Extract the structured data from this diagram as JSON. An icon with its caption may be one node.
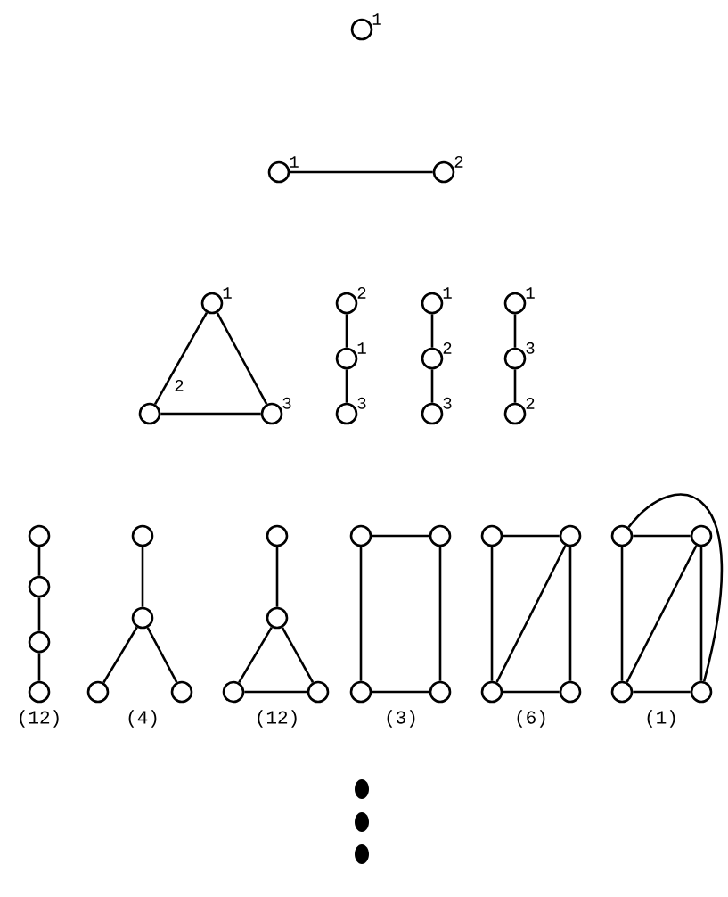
{
  "diagram": {
    "nodes": [
      {
        "text": [],
        "shape": "circle",
        "beside": [
          "1"
        ]
      },
      {
        "text": [],
        "shape": "circle",
        "beside": [
          "1"
        ]
      },
      {
        "text": [],
        "shape": "circle",
        "beside": [
          "2"
        ]
      },
      {
        "text": [],
        "shape": "circle",
        "beside": [
          "1"
        ]
      },
      {
        "text": [],
        "shape": "circle",
        "beside": [
          "2"
        ]
      },
      {
        "text": [],
        "shape": "circle",
        "beside": [
          "3"
        ]
      },
      {
        "text": [],
        "shape": "circle",
        "beside": [
          "2"
        ]
      },
      {
        "text": [],
        "shape": "circle",
        "beside": [
          "1"
        ]
      },
      {
        "text": [],
        "shape": "circle",
        "beside": [
          "3"
        ]
      },
      {
        "text": [],
        "shape": "circle",
        "beside": [
          "1"
        ]
      },
      {
        "text": [],
        "shape": "circle",
        "beside": [
          "2"
        ]
      },
      {
        "text": [],
        "shape": "circle",
        "beside": [
          "3"
        ]
      },
      {
        "text": [],
        "shape": "circle",
        "beside": [
          "1"
        ]
      },
      {
        "text": [],
        "shape": "circle",
        "beside": [
          "3"
        ]
      },
      {
        "text": [],
        "shape": "circle",
        "beside": [
          "2"
        ]
      },
      {
        "text": [],
        "shape": "circle"
      },
      {
        "text": [],
        "shape": "circle"
      },
      {
        "text": [],
        "shape": "circle"
      },
      {
        "text": [],
        "shape": "circle"
      },
      {
        "text": [],
        "shape": "circle"
      },
      {
        "text": [],
        "shape": "circle"
      },
      {
        "text": [],
        "shape": "circle"
      },
      {
        "text": [],
        "shape": "circle"
      },
      {
        "text": [],
        "shape": "circle"
      },
      {
        "text": [],
        "shape": "circle"
      },
      {
        "text": [],
        "shape": "circle"
      },
      {
        "text": [],
        "shape": "circle"
      },
      {
        "text": [],
        "shape": "circle"
      },
      {
        "text": [],
        "shape": "circle"
      },
      {
        "text": [],
        "shape": "circle"
      },
      {
        "text": [],
        "shape": "circle"
      },
      {
        "text": [],
        "shape": "circle"
      },
      {
        "text": [],
        "shape": "circle"
      },
      {
        "text": [],
        "shape": "circle"
      },
      {
        "text": [],
        "shape": "circle"
      },
      {
        "text": [],
        "shape": "circle"
      },
      {
        "text": [],
        "shape": "circle"
      },
      {
        "text": [],
        "shape": "circle"
      },
      {
        "text": [],
        "shape": "circle"
      }
    ],
    "edges": [
      {
        "from": 1,
        "to": 2,
        "arrow": "none"
      },
      {
        "from": 3,
        "to": 4,
        "arrow": "none"
      },
      {
        "from": 3,
        "to": 5,
        "arrow": "none"
      },
      {
        "from": 4,
        "to": 5,
        "arrow": "none"
      },
      {
        "from": 6,
        "to": 7,
        "arrow": "none"
      },
      {
        "from": 7,
        "to": 8,
        "arrow": "none"
      },
      {
        "from": 9,
        "to": 10,
        "arrow": "none"
      },
      {
        "from": 10,
        "to": 11,
        "arrow": "none"
      },
      {
        "from": 12,
        "to": 13,
        "arrow": "none"
      },
      {
        "from": 13,
        "to": 14,
        "arrow": "none"
      },
      {
        "from": 15,
        "to": 16,
        "arrow": "none"
      },
      {
        "from": 16,
        "to": 17,
        "arrow": "none"
      },
      {
        "from": 17,
        "to": 18,
        "arrow": "none"
      },
      {
        "from": 19,
        "to": 20,
        "arrow": "none"
      },
      {
        "from": 20,
        "to": 21,
        "arrow": "none"
      },
      {
        "from": 20,
        "to": 22,
        "arrow": "none"
      },
      {
        "from": 23,
        "to": 24,
        "arrow": "none"
      },
      {
        "from": 24,
        "to": 25,
        "arrow": "none"
      },
      {
        "from": 24,
        "to": 26,
        "arrow": "none"
      },
      {
        "from": 25,
        "to": 26,
        "arrow": "none"
      },
      {
        "from": 27,
        "to": 28,
        "arrow": "none"
      },
      {
        "from": 27,
        "to": 29,
        "arrow": "none"
      },
      {
        "from": 28,
        "to": 30,
        "arrow": "none"
      },
      {
        "from": 29,
        "to": 30,
        "arrow": "none"
      },
      {
        "from": 31,
        "to": 32,
        "arrow": "none"
      },
      {
        "from": 31,
        "to": 33,
        "arrow": "none"
      },
      {
        "from": 32,
        "to": 34,
        "arrow": "none"
      },
      {
        "from": 33,
        "to": 34,
        "arrow": "none"
      },
      {
        "from": 32,
        "to": 33,
        "arrow": "none"
      },
      {
        "from": 35,
        "to": 36,
        "arrow": "none"
      },
      {
        "from": 35,
        "to": 37,
        "arrow": "none"
      },
      {
        "from": 36,
        "to": 38,
        "arrow": "none"
      },
      {
        "from": 37,
        "to": 38,
        "arrow": "none"
      },
      {
        "from": 36,
        "to": 37,
        "arrow": "none"
      },
      {
        "from": 35,
        "to": 38,
        "arrow": "none"
      }
    ],
    "labels": [
      "(12)",
      "(4)",
      "(12)",
      "(3)",
      "(6)",
      "(1)"
    ]
  }
}
